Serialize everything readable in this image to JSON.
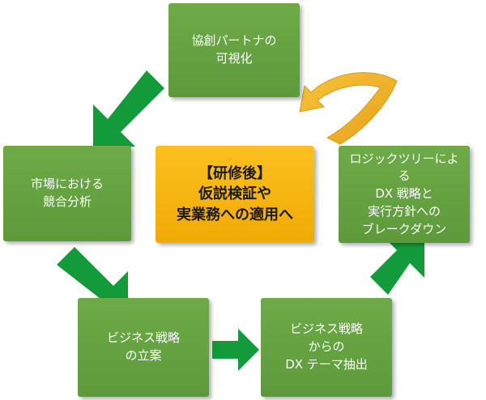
{
  "nodes": {
    "partner": {
      "lines": [
        "協創パートナの",
        "可視化"
      ]
    },
    "analysis": {
      "lines": [
        "市場における",
        "競合分析"
      ]
    },
    "strategy": {
      "lines": [
        "ビジネス戦略",
        "の立案"
      ]
    },
    "theme": {
      "lines": [
        "ビジネス戦略",
        "からの",
        "DX テーマ抽出"
      ]
    },
    "logic": {
      "lines": [
        "ロジックツリーによる",
        "DX 戦略と",
        "実行方針への",
        "ブレークダウン"
      ]
    },
    "center": {
      "lines": [
        "【研修後】",
        "仮説検証や",
        "実業務への適用へ"
      ]
    }
  },
  "colors": {
    "node_green": "#62a03f",
    "arrow_green": "#139a3b",
    "center_yellow": "#f7b50f",
    "curved_arrow": "#f3b632"
  }
}
